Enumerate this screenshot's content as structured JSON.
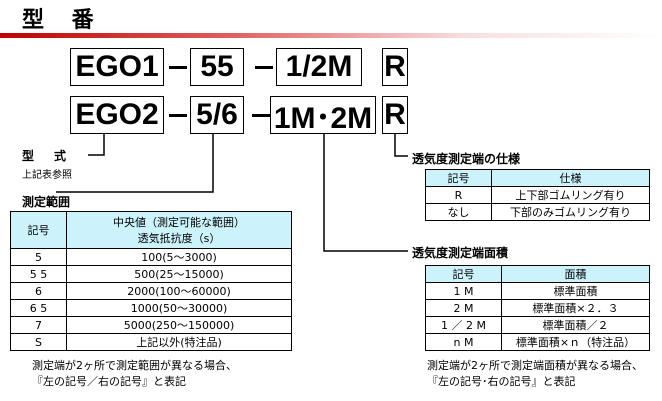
{
  "title": "型 番",
  "row1": {
    "series": "EGO1",
    "range": "55",
    "area": "1/2M",
    "spec": "R"
  },
  "row2": {
    "series": "EGO2",
    "range": "5/6",
    "area": "1M･2M",
    "spec": "R"
  },
  "model_label": "型　式",
  "model_note": "上記表参照",
  "spec": {
    "heading": "透気度測定端の仕様",
    "headers": [
      "記号",
      "仕様"
    ],
    "rows": [
      [
        "R",
        "上下部ゴムリング有り"
      ],
      [
        "なし",
        "下部のみゴムリング有り"
      ]
    ]
  },
  "range": {
    "heading": "測定範囲",
    "header_symbol": "記号",
    "header_value_1": "中央値（測定可能な範囲）",
    "header_value_2": "透気抵抗度（s）",
    "rows": [
      [
        "5",
        "100(5～3000)"
      ],
      [
        "5 5",
        "500(25～15000)"
      ],
      [
        "6",
        "2000(100～60000)"
      ],
      [
        "6 5",
        "1000(50～30000)"
      ],
      [
        "7",
        "5000(250～150000)"
      ],
      [
        "S",
        "上記以外(特注品)"
      ]
    ],
    "note_1": "測定端が2ヶ所で測定範囲が異なる場合、",
    "note_2": "『左の記号／右の記号』と表記"
  },
  "area": {
    "heading": "透気度測定端面積",
    "headers": [
      "記号",
      "面積"
    ],
    "rows": [
      [
        "1 M",
        "標準面積"
      ],
      [
        "2 M",
        "標準面積×２．３"
      ],
      [
        "1 ／ 2 M",
        "標準面積／２"
      ],
      [
        "n M",
        "標準面積×ｎ（特注品）"
      ]
    ],
    "note_1": "測定端が2ヶ所で測定端面積が異なる場合、",
    "note_2": "『左の記号･右の記号』と表記"
  },
  "colors": {
    "header_bg": "#ccf2fb",
    "accent": "#c00000"
  }
}
